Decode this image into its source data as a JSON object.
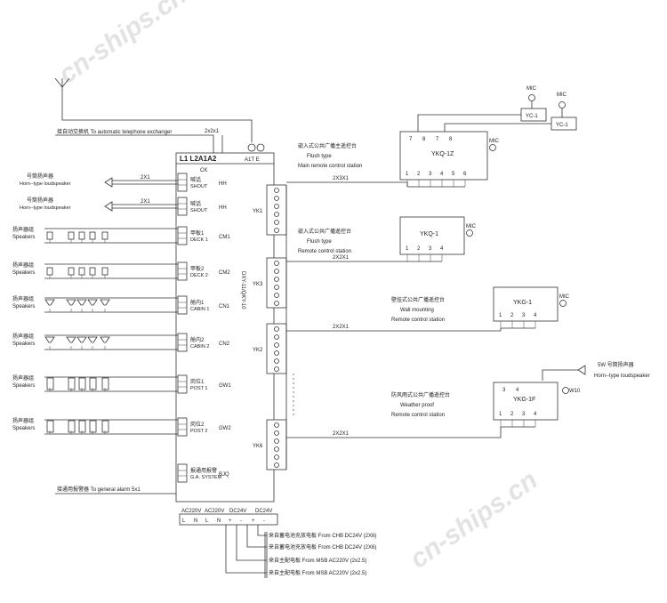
{
  "watermark": "cn-ships.cn",
  "phone_label": "接自动交换机 To automatic telephone exchanger",
  "phone_cable": "2x2x1",
  "main_terminals": "L1 L2A1A2",
  "ck_label": "CK",
  "ant_terminal": "A1T E",
  "device_id": "DXY-11/QKY-10",
  "horn_cn": "号筒扬声器",
  "horn_en": "Horn--type loudspeaker",
  "speakers_cn": "扬声器组",
  "speakers_en": "Speakers",
  "cable_2x1": "2X1",
  "channels": [
    {
      "cn": "喊话",
      "en": "SHOUT",
      "code": "HH"
    },
    {
      "cn": "喊话",
      "en": "SHOUT",
      "code": "HH"
    },
    {
      "cn": "甲板1",
      "en": "DECK 1",
      "code": "CM1"
    },
    {
      "cn": "甲板2",
      "en": "DECK 2",
      "code": "CM2"
    },
    {
      "cn": "舱内1",
      "en": "CABIN 1",
      "code": "CN1"
    },
    {
      "cn": "舱内2",
      "en": "CABIN 2",
      "code": "CN2"
    },
    {
      "cn": "岗位1",
      "en": "POST 1",
      "code": "GW1"
    },
    {
      "cn": "岗位2",
      "en": "POST 2",
      "code": "GW2"
    },
    {
      "cn": "报通用报警",
      "en": "G.A. SYSTEM",
      "code": "BJQ"
    }
  ],
  "alarm_label": "接通用报警器 To general alarm 5x1",
  "power_terms": [
    "AC220V",
    "AC220V",
    "DC24V",
    "DC24V"
  ],
  "power_pins": [
    "L",
    "N",
    "L",
    "N",
    "+",
    "-",
    "+",
    "-"
  ],
  "power_sources": [
    "来自蓄电池充放电板 From CHB DC24V (2X6)",
    "来自蓄电池充放电板 From CHB DC24V (2X6)",
    "来自主配电板 From MSB AC220V (2x2.5)",
    "来自主配电板 From MSB AC220V (2x2.5)"
  ],
  "yk_labels": [
    "YK1",
    "YK3",
    "YK2",
    "YK6"
  ],
  "cable_main": "2X3X1",
  "cable_2x2x1": "2X2X1",
  "mic": "MIC",
  "yc_label": "YC-1",
  "stations": [
    {
      "cn": "嵌入式公共广播主遥控台",
      "type": "Flush type",
      "en": "Main remote control station",
      "model": "YKQ-1Z",
      "top_pins": [
        "7",
        "8",
        "7",
        "8"
      ],
      "pins": [
        "1",
        "2",
        "3",
        "4",
        "5",
        "6"
      ]
    },
    {
      "cn": "嵌入式公共广播遥控台",
      "type": "Flush type",
      "en": "Remote control station",
      "model": "YKQ-1",
      "top_pins": [],
      "pins": [
        "1",
        "2",
        "3",
        "4"
      ]
    },
    {
      "cn": "壁挂式公共广播遥控台",
      "type": "Wall mounting",
      "en": "Remote control station",
      "model": "YKG-1",
      "top_pins": [],
      "pins": [
        "1",
        "2",
        "3",
        "4"
      ]
    },
    {
      "cn": "防风雨式公共广播遥控台",
      "type": "Weather proof",
      "en": "Remote control station",
      "model": "YKG-1F",
      "top_pins": [
        "3",
        "4"
      ],
      "pins": [
        "1",
        "2",
        "3",
        "4"
      ]
    }
  ],
  "horn_5w": "5W 号筒扬声器",
  "w10": "W10"
}
